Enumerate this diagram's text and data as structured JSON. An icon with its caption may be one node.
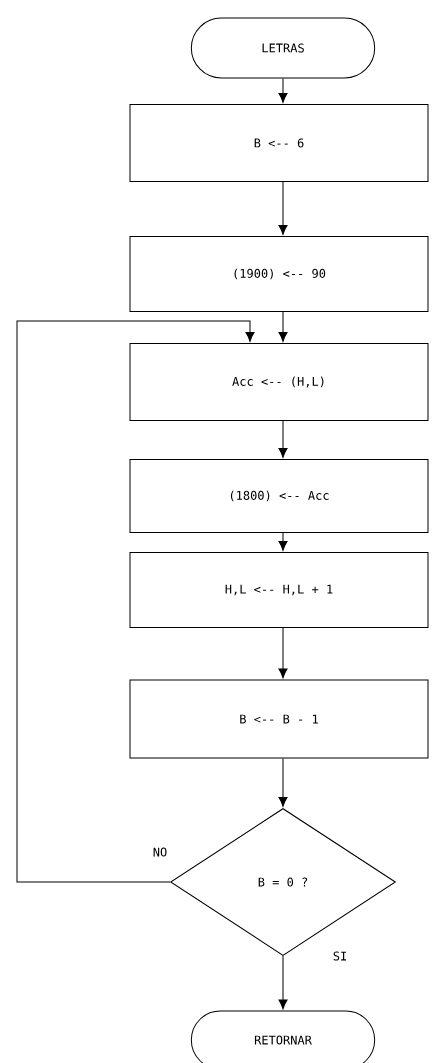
{
  "diagram": {
    "nodes": [
      {
        "text": [
          "LETRAS"
        ]
      },
      {
        "text": [
          "B <-- 6"
        ]
      },
      {
        "text": [
          "(1900) <-- 90"
        ]
      },
      {
        "text": [
          "Acc <--  (H,L)"
        ]
      },
      {
        "text": [
          "(1800) <-- Acc"
        ]
      },
      {
        "text": [
          "H,L <-- H,L + 1"
        ]
      },
      {
        "text": [
          "B <-- B - 1"
        ]
      },
      {
        "text": [
          "B = 0 ?"
        ]
      },
      {
        "text": [
          "RETORNAR"
        ]
      }
    ],
    "edges": [
      {
        "from": 0,
        "to": 1,
        "arrow": "to"
      },
      {
        "from": 1,
        "to": 2,
        "arrow": "to"
      },
      {
        "from": 2,
        "to": 3,
        "arrow": "to"
      },
      {
        "from": 3,
        "to": 4,
        "arrow": "to"
      },
      {
        "from": 4,
        "to": 5,
        "arrow": "to"
      },
      {
        "from": 5,
        "to": 6,
        "arrow": "to"
      },
      {
        "from": 6,
        "to": 7,
        "arrow": "to"
      },
      {
        "from": 7,
        "to": 3,
        "arrow": "to",
        "label": "NO"
      },
      {
        "from": 7,
        "to": 8,
        "arrow": "to",
        "label": "SI"
      }
    ]
  }
}
